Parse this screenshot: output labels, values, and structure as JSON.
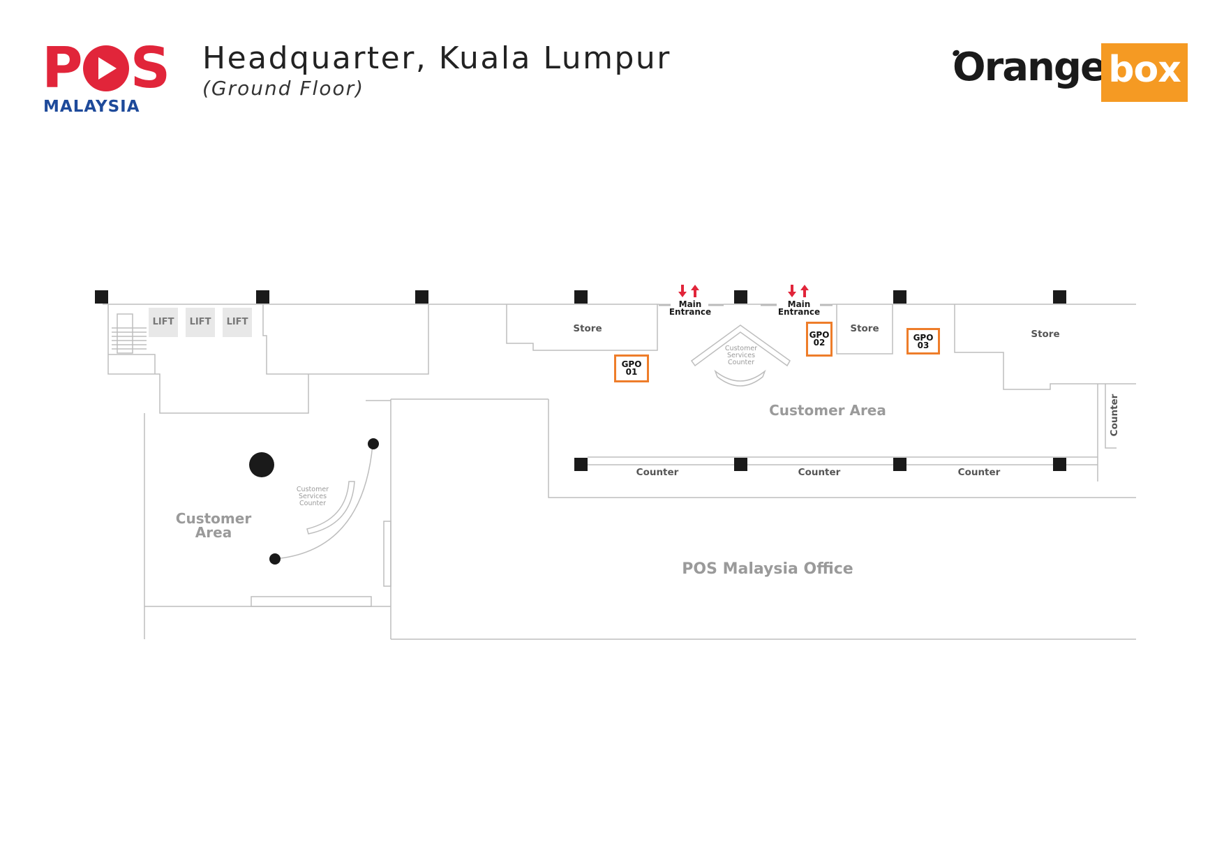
{
  "header": {
    "title": "Headquarter, Kuala Lumpur",
    "subtitle": "(Ground Floor)"
  },
  "logos": {
    "pos": {
      "word_p": "P",
      "word_s": "S",
      "sub": "MALAYSIA",
      "color_red": "#e1253a",
      "color_blue": "#1e4a9a"
    },
    "orangebox": {
      "word": "Orange",
      "box_word": "box",
      "color_orange": "#f59a23"
    }
  },
  "map": {
    "lifts": [
      "LIFT",
      "LIFT",
      "LIFT"
    ],
    "stores": [
      "Store",
      "Store",
      "Store"
    ],
    "entrances": [
      "Main\nEntrance",
      "Main\nEntrance"
    ],
    "customer_services_counter": "Customer\nServices\nCounter",
    "customer_area_left": "Customer\nArea",
    "customer_area_main": "Customer Area",
    "counters": [
      "Counter",
      "Counter",
      "Counter"
    ],
    "counter_vertical": "Counter",
    "office": "POS Malaysia Office",
    "gpo_markers": [
      {
        "line1": "GPO",
        "line2": "01"
      },
      {
        "line1": "GPO",
        "line2": "02"
      },
      {
        "line1": "GPO",
        "line2": "03"
      }
    ],
    "colors": {
      "gpo_border": "#ee7d2a",
      "entrance_arrow": "#e1253a",
      "walls": "#bdbdbd",
      "pillar": "#1a1a1a"
    }
  }
}
